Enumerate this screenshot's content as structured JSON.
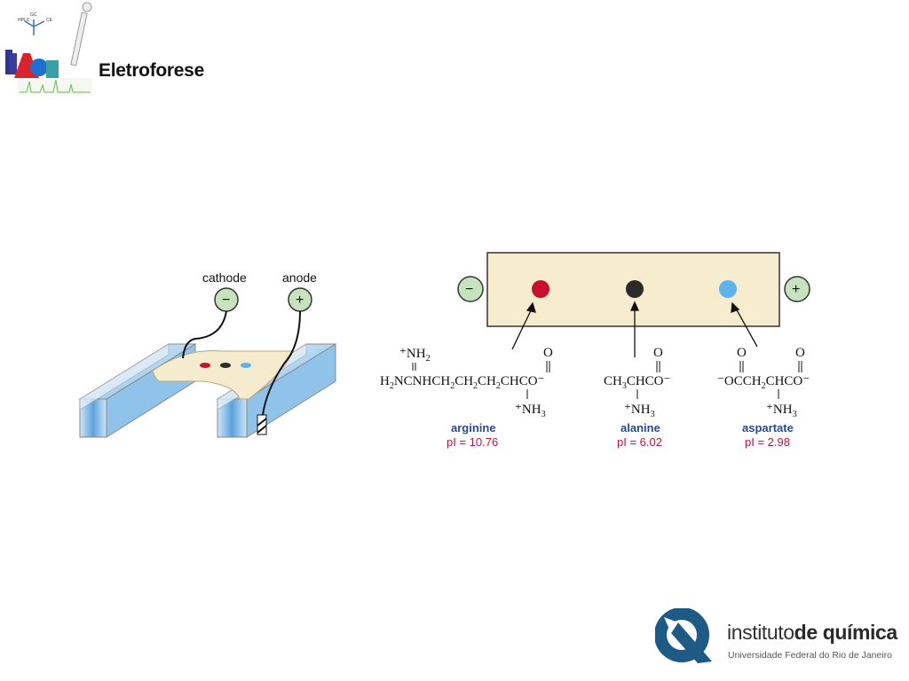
{
  "slide": {
    "title": "Eletroforese"
  },
  "apparatus": {
    "cathode_label": "cathode",
    "anode_label": "anode",
    "cathode_symbol": "−",
    "anode_symbol": "+"
  },
  "strip": {
    "minus_symbol": "−",
    "plus_symbol": "+",
    "spots": [
      {
        "name": "arginine",
        "color": "#c8102e"
      },
      {
        "name": "alanine",
        "color": "#2a2a2a"
      },
      {
        "name": "aspartate",
        "color": "#5bb4ee"
      }
    ]
  },
  "amino_acids": [
    {
      "name": "arginine",
      "pi": "pI = 10.76"
    },
    {
      "name": "alanine",
      "pi": "pI = 6.02"
    },
    {
      "name": "aspartate",
      "pi": "pI = 2.98"
    }
  ],
  "institution": {
    "name_light": "instituto",
    "name_bold": "de química",
    "subtitle": "Universidade Federal do Rio de Janeiro"
  },
  "colors": {
    "strip_fill": "#f8eccf",
    "button_fill": "#c6e3bd",
    "logo_blue": "#1d5a85"
  }
}
